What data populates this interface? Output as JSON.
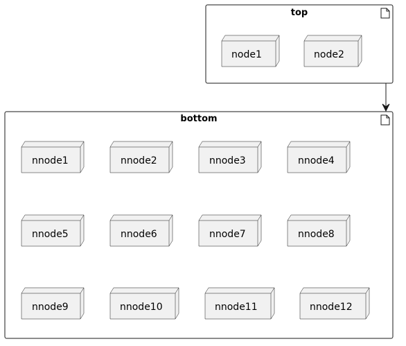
{
  "packages": [
    {
      "id": "top",
      "title": "top",
      "nodes": [
        "node1",
        "node2"
      ]
    },
    {
      "id": "bottom",
      "title": "bottom",
      "nodes": [
        "nnode1",
        "nnode2",
        "nnode3",
        "nnode4",
        "nnode5",
        "nnode6",
        "nnode7",
        "nnode8",
        "nnode9",
        "nnode10",
        "nnode11",
        "nnode12"
      ]
    }
  ],
  "edges": [
    {
      "from": "top",
      "to": "bottom"
    }
  ]
}
